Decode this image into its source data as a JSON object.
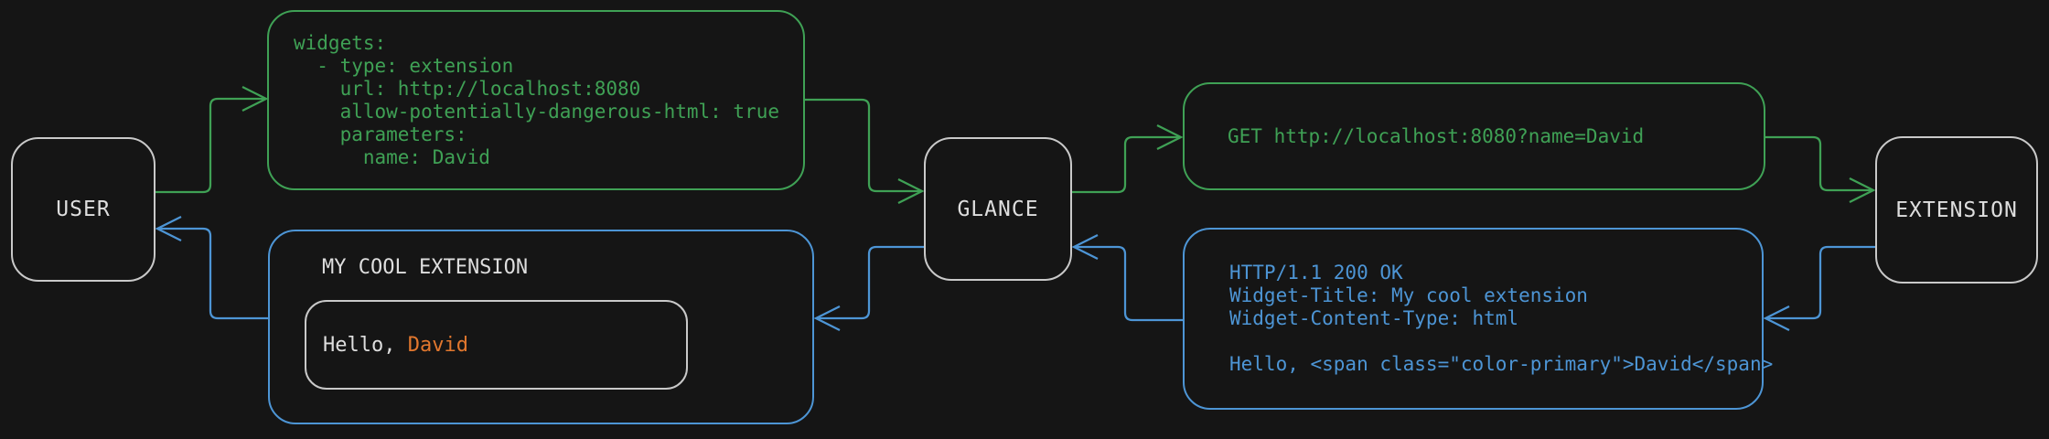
{
  "diagram": {
    "background_color": "#151515",
    "colors": {
      "request_green": "#3fa155",
      "response_blue": "#4d95d5",
      "accent_orange": "#e1772e",
      "node_border": "#c9c9c9",
      "node_text": "#dedede"
    },
    "nodes": {
      "user": {
        "label": "USER"
      },
      "glance": {
        "label": "GLANCE"
      },
      "extension": {
        "label": "EXTENSION"
      }
    },
    "messages": {
      "config_yaml": "widgets:\n  - type: extension\n    url: http://localhost:8080\n    allow-potentially-dangerous-html: true\n    parameters:\n      name: David",
      "request_line": "GET http://localhost:8080?name=David",
      "response_raw": "HTTP/1.1 200 OK\nWidget-Title: My cool extension\nWidget-Content-Type: html\n\nHello, <span class=\"color-primary\">David</span>"
    },
    "widget_preview": {
      "title": "MY COOL EXTENSION",
      "greeting_prefix": "Hello, ",
      "greeting_name": "David"
    }
  }
}
